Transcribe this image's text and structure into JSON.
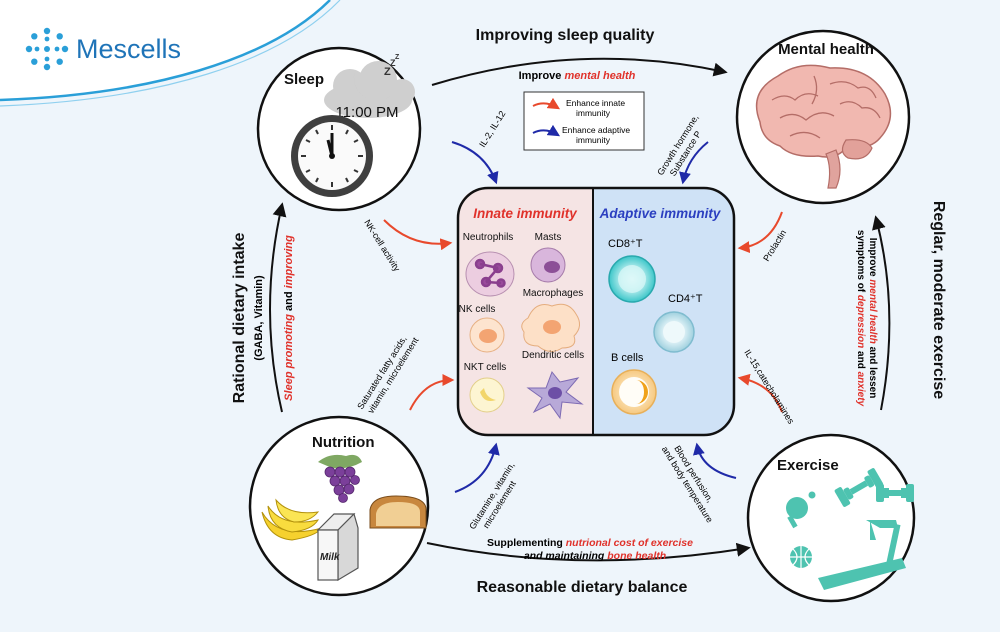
{
  "brand": {
    "name": "Mescells"
  },
  "nodes": {
    "sleep": {
      "title": "Sleep",
      "time": "11:00 PM",
      "zzz": "Z"
    },
    "mental": {
      "title": "Mental health"
    },
    "nutrition": {
      "title": "Nutrition",
      "milk": "Milk"
    },
    "exercise": {
      "title": "Exercise"
    }
  },
  "edges": {
    "sleep_mental": {
      "label": "Improving sleep quality",
      "sub_prefix": "Improve ",
      "sub_em": "mental health"
    },
    "nutrition_exercise": {
      "label": "Reasonable dietary balance",
      "sub1_prefix": "Supplementing ",
      "sub1_em": "nutrional cost of exercise",
      "sub2_prefix": "and maintaining ",
      "sub2_em": "bone health"
    },
    "nutrition_sleep": {
      "label": "Rational dietary intake",
      "sub": "(GABA, Vitamin)",
      "em1": "Sleep promoting",
      "mid": " and ",
      "em2": "improving"
    },
    "exercise_mental": {
      "label": "Reglar, moderate exercise",
      "line1_prefix": "Improve ",
      "line1_em": "mental health",
      "line1_suffix": " and lessen",
      "line2_prefix": "symptoms of ",
      "line2_em1": "depression",
      "line2_mid": " and ",
      "line2_em2": "anxiety"
    }
  },
  "legend": {
    "innate": "Enhance innate immunity",
    "adaptive": "Enhance adaptive immunity",
    "innate_l1": "Enhance innate",
    "innate_l2": "immunity",
    "adaptive_l1": "Enhance adaptive",
    "adaptive_l2": "immunity"
  },
  "factors": {
    "sleep_adaptive": "IL-2, IL-12",
    "sleep_innate": "NK-cell activity",
    "mental_adaptive_l1": "Growth hormone,",
    "mental_adaptive_l2": "Substance P",
    "mental_innate": "Prolactin",
    "nutrition_innate_l1": "Saturated fatty acids,",
    "nutrition_innate_l2": "vitamin, microelement",
    "nutrition_adaptive_l1": "Glutamine, vitamin,",
    "nutrition_adaptive_l2": "microelement",
    "exercise_innate": "IL-15,catecholamines",
    "exercise_adaptive_l1": "Blood perfusion,",
    "exercise_adaptive_l2": "and body temperature"
  },
  "immunity": {
    "innate": {
      "title": "Innate immunity",
      "cells": [
        "Neutrophils",
        "Masts",
        "NK cells",
        "Macrophages",
        "NKT cells",
        "Dendritic cells"
      ]
    },
    "adaptive": {
      "title": "Adaptive immunity",
      "cells": [
        "CD8⁺T",
        "CD4⁺T",
        "B cells"
      ]
    }
  },
  "colors": {
    "innate_arrow": "#e8492c",
    "adaptive_arrow": "#1f2aa8",
    "innate_bg": "#f5e4e4",
    "adaptive_bg": "#cfe2f6",
    "brand": "#1f74b8",
    "exercise_icons": "#4ec3b0"
  }
}
